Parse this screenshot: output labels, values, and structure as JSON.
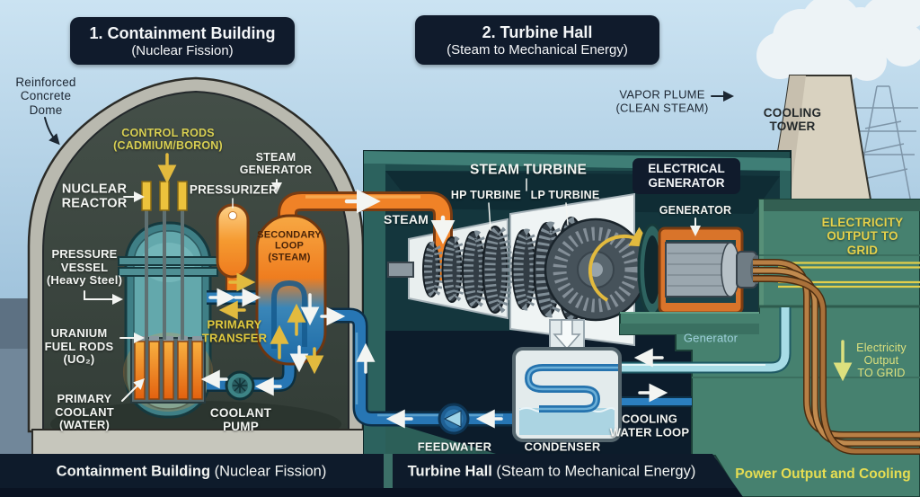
{
  "titles": {
    "box1": {
      "line1": "1. Containment Building",
      "line2": "(Nuclear Fission)"
    },
    "box2": {
      "line1": "2. Turbine Hall",
      "line2": "(Steam to Mechanical Energy)"
    }
  },
  "containment": {
    "labels": {
      "reinforced_dome": "Reinforced\nConcrete\nDome",
      "control_rods": "CONTROL RODS\n(CADMIUM/BORON)",
      "steam_generator": "STEAM\nGENERATOR",
      "nuclear_reactor": "NUCLEAR\nREACTOR",
      "pressurizer": "PRESSURIZER",
      "pressure_vessel": "PRESSURE\nVESSEL\n(Heavy Steel)",
      "secondary_loop": "SECONDARY\nLOOP\n(STEAM)",
      "uranium_fuel_rods": "URANIUM\nFUEL RODS\n(UO₂)",
      "primary_transfer": "PRIMARY\nTRANSFER",
      "primary_coolant": "PRIMARY\nCOOLANT\n(WATER)",
      "coolant_pump": "COOLANT\nPUMP"
    }
  },
  "turbine_hall": {
    "labels": {
      "steam_turbine": "STEAM TURBINE",
      "hp_turbine": "HP TURBINE",
      "lp_turbine": "LP TURBINE",
      "steam": "STEAM",
      "electrical_generator": "ELECTRICAL\nGENERATOR",
      "generator": "GENERATOR",
      "generator_caption": "Generator",
      "feedwater": "FEEDWATER",
      "condenser": "CONDENSER",
      "cooling_water_loop": "COOLING\nWATER LOOP"
    }
  },
  "cooling_grid": {
    "labels": {
      "vapor_plume": "VAPOR PLUME\n(CLEAN STEAM)",
      "cooling_tower": "COOLING\nTOWER",
      "electricity_output": "ELECTRICITY\nOUTPUT TO\nGRID",
      "electricity_output_caption": "Electricity\nOutput\nTO GRID"
    }
  },
  "footer": {
    "containment_bold": "Containment Building",
    "containment_rest": " (Nuclear Fission)",
    "turbine_bold": "Turbine Hall",
    "turbine_rest": " (Steam to Mechanical Energy)",
    "power": "Power Output and Cooling"
  },
  "colors": {
    "steam_orange": "#EF7D1F",
    "coolant_blue": "#2776B4",
    "cooling_cyan": "#A7DCE6",
    "highlight_yellow": "#DDD04E",
    "footer_navy": "#0E1B2B",
    "building_teal": "#46816F",
    "copper_wire": "#B87F45"
  }
}
